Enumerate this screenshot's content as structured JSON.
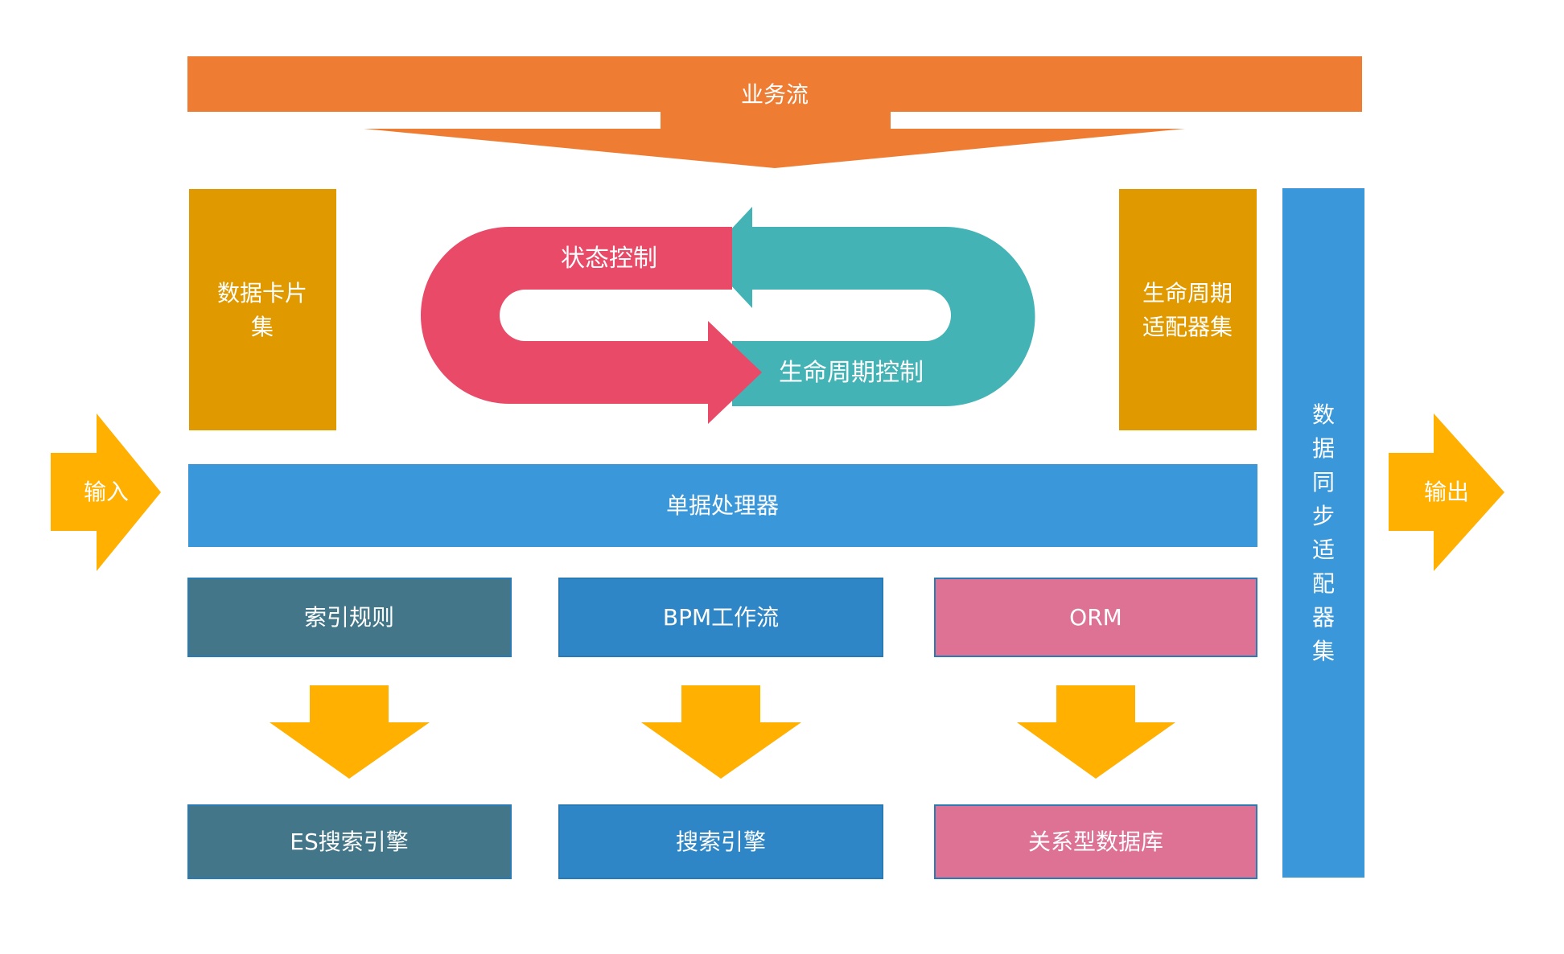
{
  "colors": {
    "business_flow": "#EE7D33",
    "gold_box": "#E09A00",
    "blue": "#3A98DA",
    "arrow_yellow": "#FFB000",
    "slate": "#427688",
    "mid_blue": "#2E86C6",
    "pink": "#DD7295",
    "red_arrow": "#E84A68",
    "teal_arrow": "#44B3B5",
    "text": "#FFFFFF"
  },
  "business_flow": {
    "label": "业务流"
  },
  "cycle": {
    "state_control": "状态控制",
    "lifecycle_control": "生命周期控制"
  },
  "data_card_set": {
    "line1": "数据卡片",
    "line2": "集"
  },
  "lifecycle_adapter_set": {
    "line1": "生命周期",
    "line2": "适配器集"
  },
  "data_sync_adapter_set": {
    "chars": [
      "数",
      "据",
      "同",
      "步",
      "适",
      "配",
      "器",
      "集"
    ]
  },
  "input": {
    "label": "输入"
  },
  "output": {
    "label": "输出"
  },
  "single_processor": {
    "label": "单据处理器"
  },
  "columns": [
    {
      "top": "索引规则",
      "bottom": "ES搜索引擎",
      "color": "slate"
    },
    {
      "top": "BPM工作流",
      "bottom": "搜索引擎",
      "color": "mid_blue"
    },
    {
      "top": "ORM",
      "bottom": "关系型数据库",
      "color": "pink"
    }
  ]
}
